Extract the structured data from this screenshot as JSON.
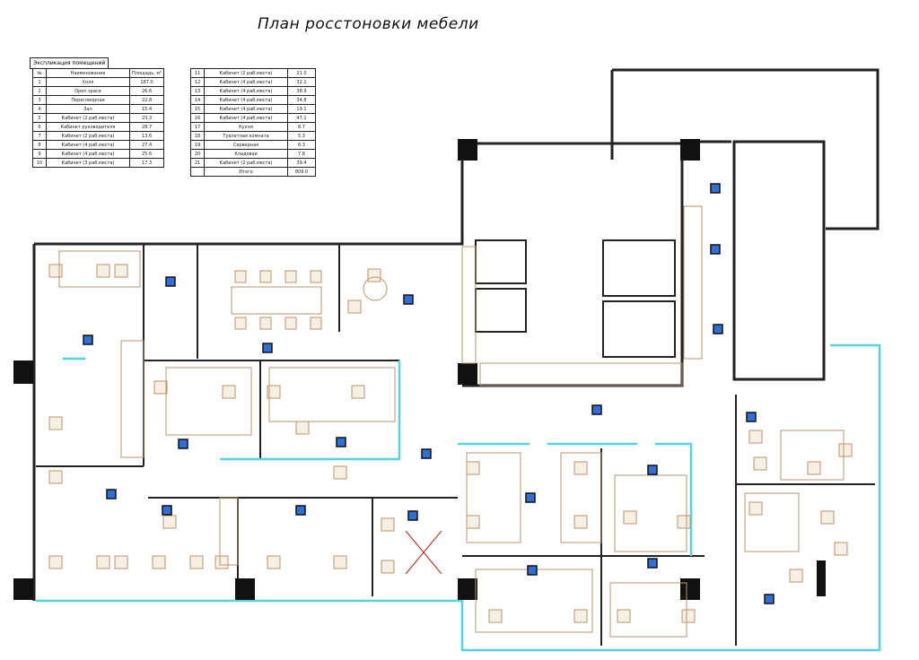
{
  "title": "План росстоновки мебели",
  "explication": {
    "caption": "Экспликация помещений",
    "header": {
      "num": "№",
      "name": "Наименование",
      "area": "Площадь, м²"
    },
    "left_rows": [
      {
        "num": "1",
        "name": "Холл",
        "area": "187.0"
      },
      {
        "num": "2",
        "name": "Open space",
        "area": "26.6"
      },
      {
        "num": "3",
        "name": "Переговорная",
        "area": "22.8"
      },
      {
        "num": "4",
        "name": "Зал",
        "area": "15.4"
      },
      {
        "num": "5",
        "name": "Кабинет (2 раб.места)",
        "area": "23.3"
      },
      {
        "num": "6",
        "name": "Кабинет руководителя",
        "area": "28.7"
      },
      {
        "num": "7",
        "name": "Кабинет (2 раб.места)",
        "area": "13.6"
      },
      {
        "num": "8",
        "name": "Кабинет (4 раб.места)",
        "area": "27.4"
      },
      {
        "num": "9",
        "name": "Кабинет (4 раб.места)",
        "area": "25.6"
      },
      {
        "num": "10",
        "name": "Кабинет (3 раб.места)",
        "area": "17.3"
      }
    ],
    "right_rows": [
      {
        "num": "11",
        "name": "Кабинет (2 раб.места)",
        "area": "21.0"
      },
      {
        "num": "12",
        "name": "Кабинет (4 раб.места)",
        "area": "32.1"
      },
      {
        "num": "13",
        "name": "Кабинет (4 раб.места)",
        "area": "38.9"
      },
      {
        "num": "14",
        "name": "Кабинет (4 раб.места)",
        "area": "34.8"
      },
      {
        "num": "15",
        "name": "Кабинет (4 раб.места)",
        "area": "19.1"
      },
      {
        "num": "16",
        "name": "Кабинет (4 раб.места)",
        "area": "47.1"
      },
      {
        "num": "17",
        "name": "Кухня",
        "area": "8.7"
      },
      {
        "num": "18",
        "name": "Туалетная комната",
        "area": "5.3"
      },
      {
        "num": "19",
        "name": "Серверная",
        "area": "6.3"
      },
      {
        "num": "20",
        "name": "Кладовая",
        "area": "7.8"
      },
      {
        "num": "21",
        "name": "Кабинет (2 раб.места)",
        "area": "39.4"
      },
      {
        "num": "",
        "name": "Итого",
        "area": "809.0"
      }
    ]
  }
}
